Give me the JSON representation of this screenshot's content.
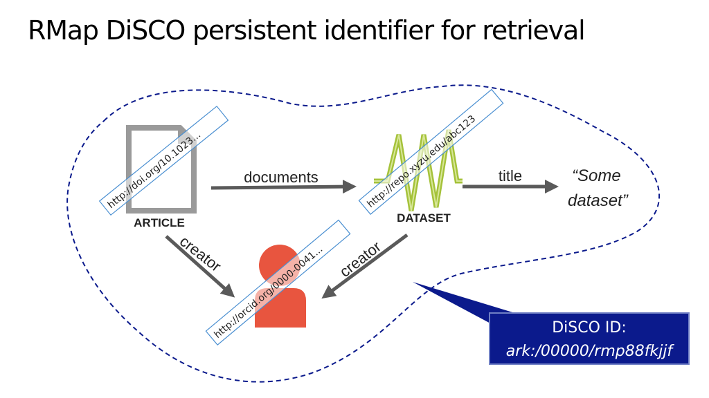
{
  "title": "RMap DiSCO persistent identifier for retrieval",
  "nodes": {
    "article": {
      "label": "ARTICLE",
      "url": "http://doi.org/10.1023..."
    },
    "dataset": {
      "label": "DATASET",
      "url": "http://repo.xyzu.edu/abc123"
    },
    "person": {
      "url": "http://orcid.org/0000-0041..."
    },
    "literal": {
      "line1": "“Some",
      "line2": "dataset”"
    }
  },
  "edges": {
    "documents": "documents",
    "title": "title",
    "creator_article": "creator",
    "creator_dataset": "creator"
  },
  "callout": {
    "line1": "DiSCO ID:",
    "line2": "ark:/00000/rmp88fkjjf"
  },
  "colors": {
    "arrow": "#5a5a5a",
    "boundary": "#0b1a8c",
    "callout_bg": "#0b1a8c",
    "person": "#e8553f",
    "dataset_wave": "#a5c23a",
    "document": "#9a9a9a",
    "url_box": "#4a8fd1"
  },
  "icons": [
    "document-icon",
    "dataset-wave-icon",
    "person-icon"
  ]
}
